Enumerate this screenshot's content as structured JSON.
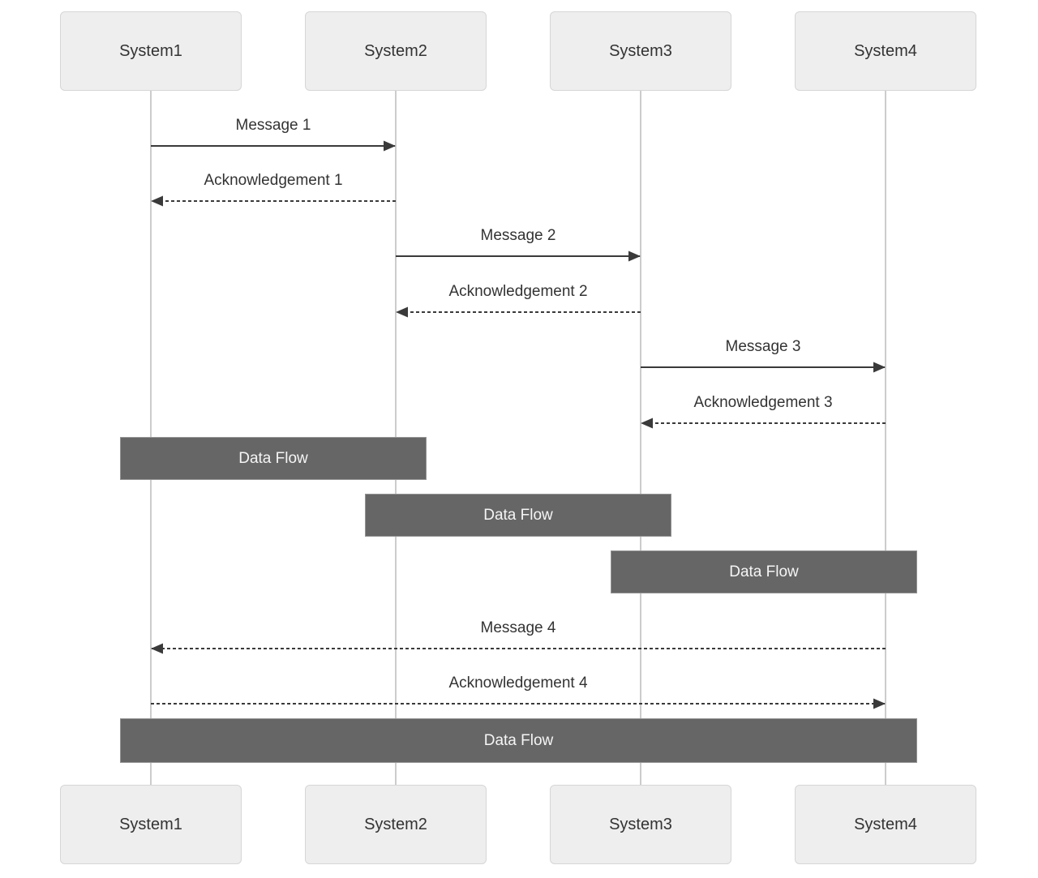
{
  "diagram": {
    "type": "sequence-diagram",
    "actors": [
      {
        "id": "system1",
        "label": "System1"
      },
      {
        "id": "system2",
        "label": "System2"
      },
      {
        "id": "system3",
        "label": "System3"
      },
      {
        "id": "system4",
        "label": "System4"
      }
    ],
    "messages": [
      {
        "label": "Message 1",
        "from": "System1",
        "to": "System2",
        "line": "solid"
      },
      {
        "label": "Acknowledgement 1",
        "from": "System2",
        "to": "System1",
        "line": "dashed"
      },
      {
        "label": "Message 2",
        "from": "System2",
        "to": "System3",
        "line": "solid"
      },
      {
        "label": "Acknowledgement 2",
        "from": "System3",
        "to": "System2",
        "line": "dashed"
      },
      {
        "label": "Message 3",
        "from": "System3",
        "to": "System4",
        "line": "solid"
      },
      {
        "label": "Acknowledgement 3",
        "from": "System4",
        "to": "System3",
        "line": "dashed"
      },
      {
        "label": "Message 4",
        "from": "System4",
        "to": "System1",
        "line": "dashed"
      },
      {
        "label": "Acknowledgement 4",
        "from": "System1",
        "to": "System4",
        "line": "dashed"
      }
    ],
    "data_flows": [
      {
        "label": "Data Flow",
        "between": [
          "System1",
          "System2"
        ]
      },
      {
        "label": "Data Flow",
        "between": [
          "System2",
          "System3"
        ]
      },
      {
        "label": "Data Flow",
        "between": [
          "System3",
          "System4"
        ]
      },
      {
        "label": "Data Flow",
        "between": [
          "System1",
          "System4"
        ]
      }
    ],
    "colors": {
      "background": "#ffffff",
      "actor_fill": "#eeeeee",
      "actor_border": "#d6d6d6",
      "lifeline": "#cccccc",
      "arrow": "#3a3a3a",
      "text": "#333333",
      "data_flow_fill": "#666666",
      "data_flow_border": "#949494",
      "data_flow_text": "#f5f5f5"
    }
  }
}
